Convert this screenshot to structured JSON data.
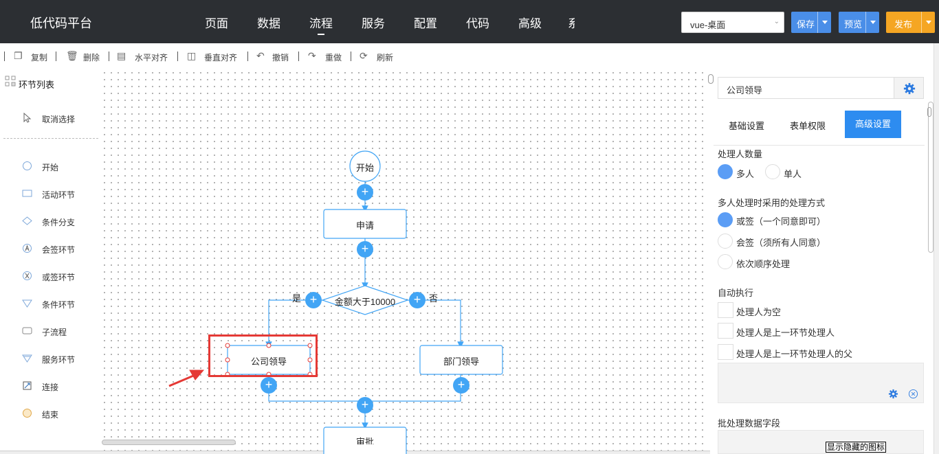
{
  "header": {
    "app_title": "低代码平台",
    "nav": [
      "页面",
      "数据",
      "流程",
      "服务",
      "配置",
      "代码",
      "高级"
    ],
    "nav_active": "流程",
    "nav_clipped": "系",
    "platform_select": "vue-桌面",
    "buttons": {
      "save": "保存",
      "preview": "预览",
      "publish": "发布"
    },
    "colors": {
      "bar": "#2c2f33",
      "primary": "#4a8ee8",
      "publish": "#f5a623"
    }
  },
  "toolbar": {
    "items": [
      {
        "label": "复制",
        "icon": "copy-icon"
      },
      {
        "label": "删除",
        "icon": "trash-icon"
      },
      {
        "label": "水平对齐",
        "icon": "align-horizontal-icon"
      },
      {
        "label": "垂直对齐",
        "icon": "align-vertical-icon"
      },
      {
        "label": "撤销",
        "icon": "undo-icon"
      },
      {
        "label": "重做",
        "icon": "redo-icon"
      },
      {
        "label": "刷新",
        "icon": "refresh-icon"
      }
    ]
  },
  "left_panel": {
    "title": "环节列表",
    "deselect": "取消选择",
    "items": [
      {
        "label": "开始",
        "icon": "circle-icon"
      },
      {
        "label": "活动环节",
        "icon": "rectangle-icon"
      },
      {
        "label": "条件分支",
        "icon": "diamond-icon"
      },
      {
        "label": "会签环节",
        "icon": "countersign-icon"
      },
      {
        "label": "或签环节",
        "icon": "or-sign-icon"
      },
      {
        "label": "条件环节",
        "icon": "triangle-icon"
      },
      {
        "label": "子流程",
        "icon": "rounded-rect-icon"
      },
      {
        "label": "服务环节",
        "icon": "service-triangle-icon"
      },
      {
        "label": "连接",
        "icon": "connect-icon"
      },
      {
        "label": "结束",
        "icon": "end-circle-icon"
      }
    ]
  },
  "flow": {
    "start": "开始",
    "apply": "申请",
    "condition": "金额大于10000",
    "yes": "是",
    "no": "否",
    "company_leader": "公司领导",
    "dept_leader": "部门领导",
    "bottom_node": "审批"
  },
  "right_panel": {
    "node_name": "公司领导",
    "tabs": [
      "基础设置",
      "表单权限",
      "高级设置"
    ],
    "active_tab": "高级设置",
    "handler_count": {
      "title": "处理人数量",
      "options": [
        "多人",
        "单人"
      ],
      "selected": "多人"
    },
    "multi_mode": {
      "title": "多人处理时采用的处理方式",
      "options": [
        "或签（一个同意即可）",
        "会签（须所有人同意）",
        "依次顺序处理"
      ],
      "selected": "或签（一个同意即可）"
    },
    "auto_exec": {
      "title": "自动执行",
      "options": [
        "处理人为空",
        "处理人是上一环节处理人",
        "处理人是上一环节处理人的父"
      ]
    },
    "batch_field": "批处理数据字段"
  },
  "tooltip": "显示隐藏的图标"
}
